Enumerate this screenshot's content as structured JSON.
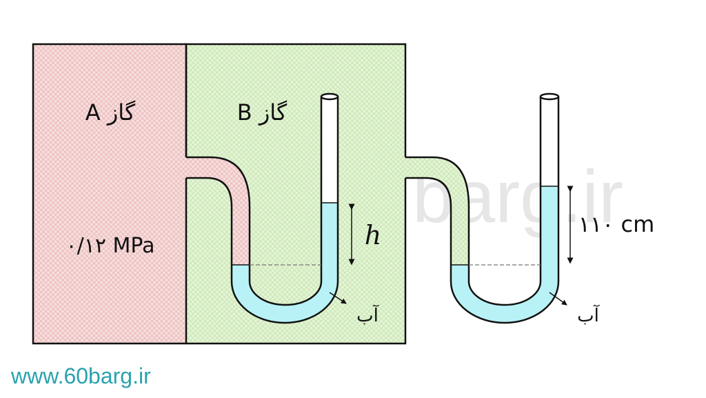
{
  "gas_a": {
    "label": "گاز A",
    "pressure": "۰/۱۲ MPa"
  },
  "gas_b": {
    "label": "گاز B"
  },
  "manometer_1": {
    "height_label": "h",
    "liquid_label": "آب"
  },
  "manometer_2": {
    "height_label": "۱۱۰ cm",
    "liquid_label": "آب"
  },
  "watermark": "barg.ir",
  "website": "www.60barg.ir",
  "colors": {
    "gas_a_fill": "#f7dede",
    "gas_a_hatch": "#e9b3b3",
    "gas_b_fill": "#e4f5d6",
    "gas_b_hatch": "#c5e2ae",
    "water": "#b8f2f6",
    "outline": "#111111",
    "website_text": "#2aa2ad"
  }
}
